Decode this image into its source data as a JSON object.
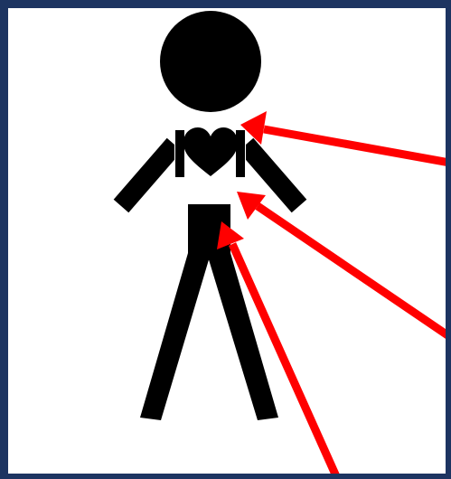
{
  "figure": {
    "background_color": "#1d3461",
    "panel_color": "#ffffff",
    "figure_color": "#000000",
    "heart_color": "#000000",
    "arrow_color": "#ff0000",
    "arrows": [
      {
        "points_to": "shoulders"
      },
      {
        "points_to": "waist"
      },
      {
        "points_to": "legs"
      }
    ]
  }
}
